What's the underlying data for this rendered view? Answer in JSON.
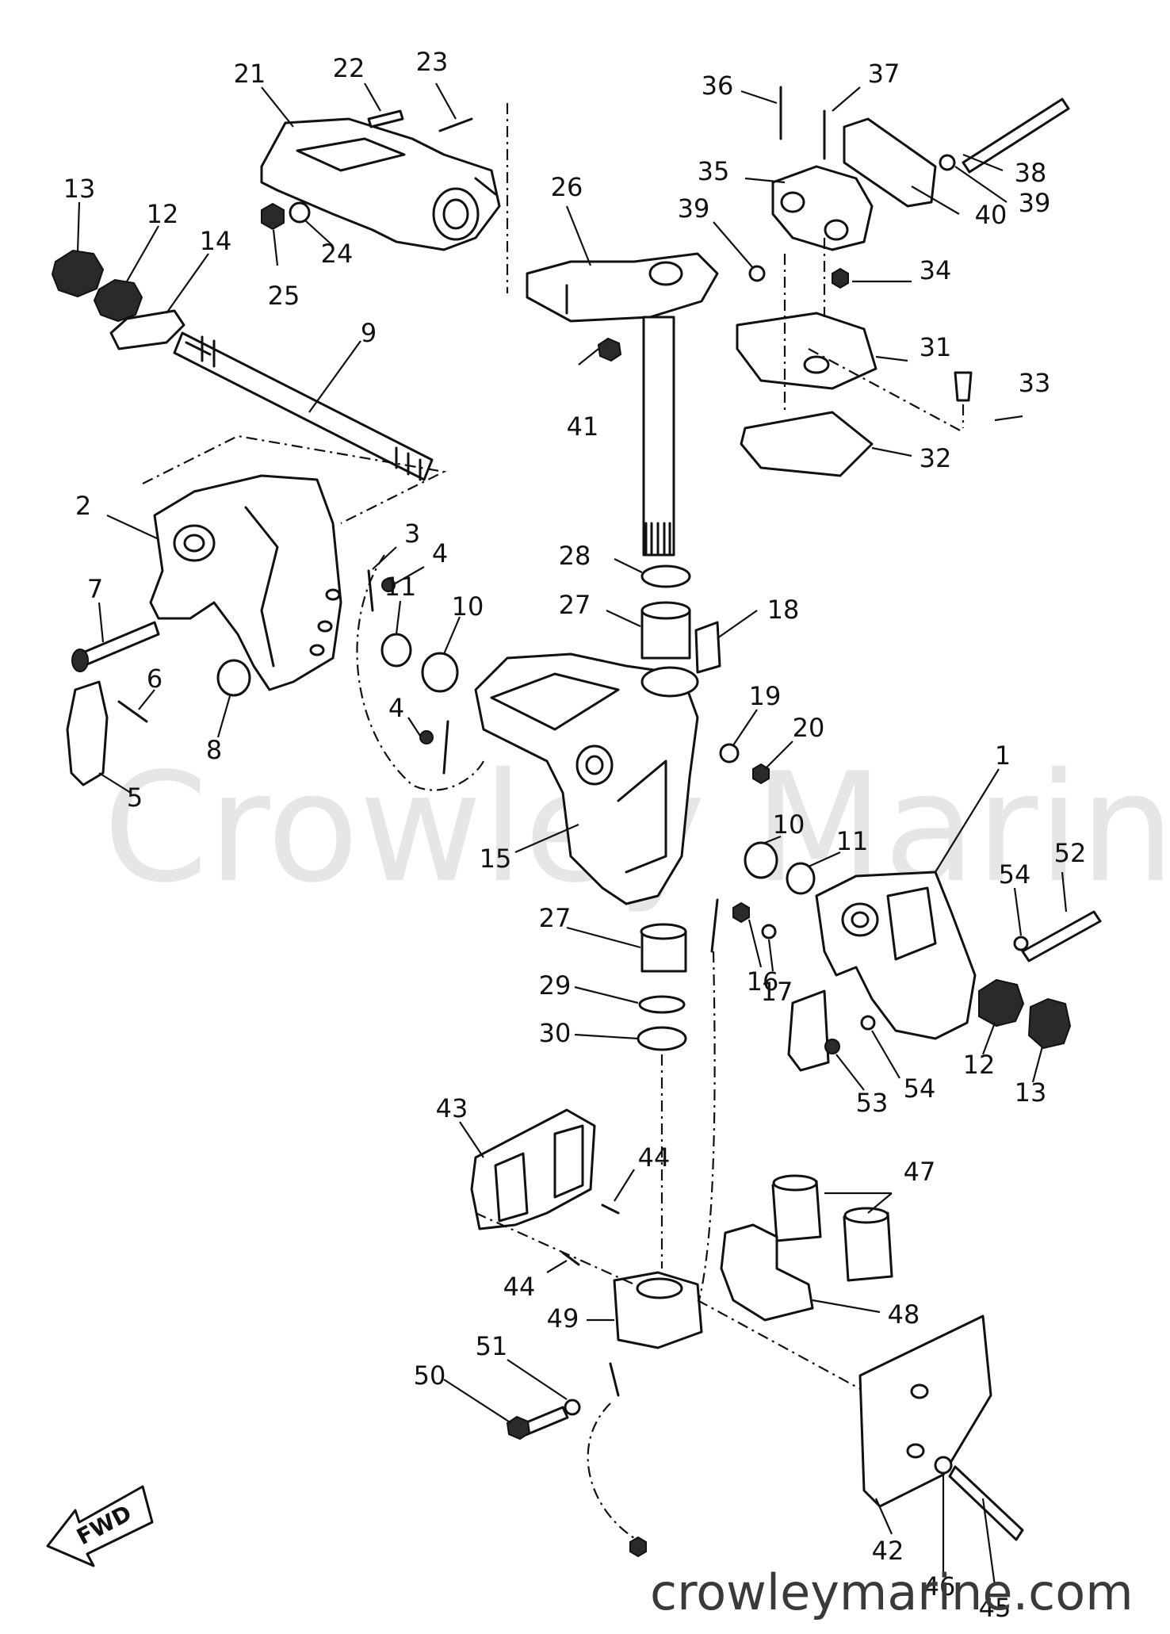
{
  "watermark": "Crowley Marine",
  "footer_site": "crowleymarine.com",
  "fwd_label": "FWD",
  "callouts": [
    "1",
    "2",
    "3",
    "4",
    "5",
    "6",
    "7",
    "8",
    "9",
    "10",
    "11",
    "12",
    "13",
    "14",
    "15",
    "16",
    "17",
    "18",
    "19",
    "20",
    "21",
    "22",
    "23",
    "24",
    "25",
    "26",
    "27",
    "28",
    "29",
    "30",
    "31",
    "32",
    "33",
    "34",
    "35",
    "36",
    "37",
    "38",
    "39",
    "40",
    "41",
    "42",
    "43",
    "44",
    "45",
    "46",
    "47",
    "48",
    "49",
    "50",
    "51",
    "52",
    "53",
    "54"
  ]
}
